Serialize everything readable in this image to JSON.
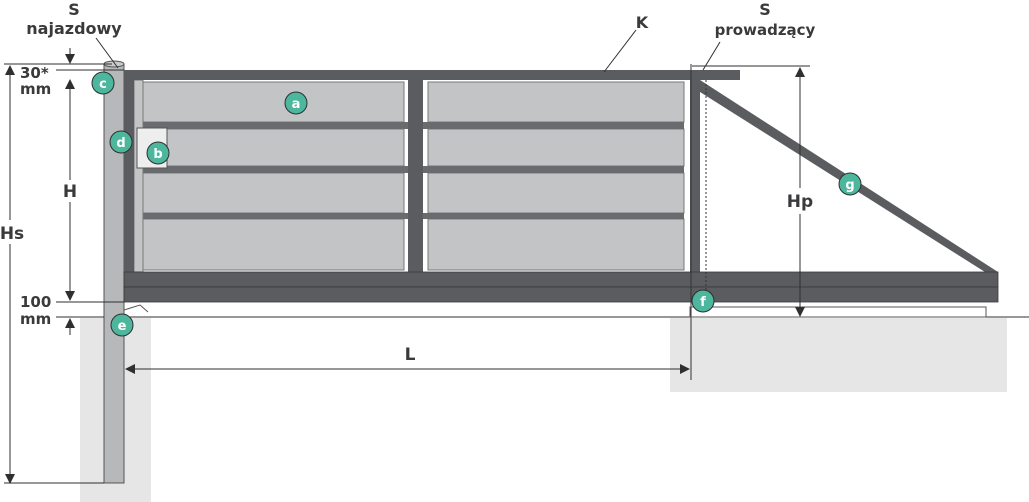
{
  "title_labels": {
    "s_left_1": "S",
    "s_left_2": "najazdowy",
    "s_right_1": "S",
    "s_right_2": "prowadzący",
    "k": "K"
  },
  "dimensions": {
    "top_gap_value": "30*",
    "top_gap_unit": "mm",
    "bottom_gap_value": "100",
    "bottom_gap_unit": "mm",
    "h": "H",
    "hs": "Hs",
    "hp": "Hp",
    "l": "L"
  },
  "badges": [
    "a",
    "b",
    "c",
    "d",
    "e",
    "f",
    "g"
  ],
  "colors": {
    "frame": "#5b5c5f",
    "panel": "#c3c4c6",
    "post": "#b7b8ba",
    "ground": "#e6e6e7",
    "badge": "#4db79e",
    "line": "#2f2f31"
  }
}
